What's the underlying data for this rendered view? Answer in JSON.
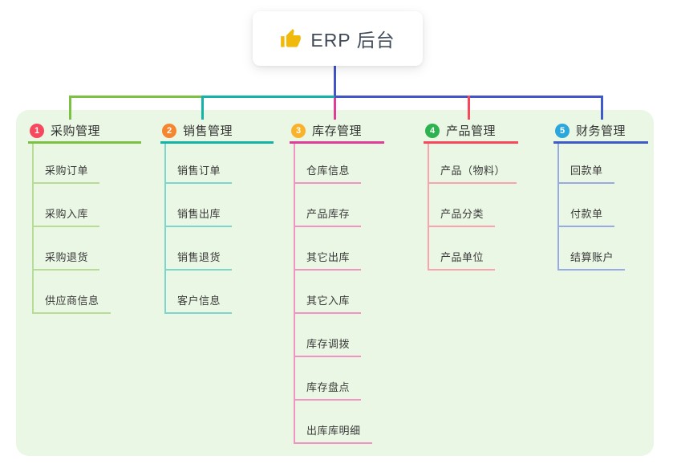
{
  "root": {
    "icon": "thumbs-up-icon",
    "title": "ERP 后台"
  },
  "theme": {
    "page_bg": "#ffffff",
    "panel_bg": "#eaf7e4",
    "root_card_bg": "#ffffff",
    "root_text_color": "#414b5a",
    "root_connector_color": "#4254c6",
    "thumb_icon_color": "#f2b90d",
    "header_text_color": "#333333",
    "item_text_color": "#3a3a3a"
  },
  "branches": [
    {
      "badge": "1",
      "label": "采购管理",
      "badge_color": "#f8485e",
      "line_color": "#7cc143",
      "sub_line_color": "#b7dc96",
      "items": [
        {
          "label": "采购订单"
        },
        {
          "label": "采购入库"
        },
        {
          "label": "采购退货"
        },
        {
          "label": "供应商信息"
        }
      ]
    },
    {
      "badge": "2",
      "label": "销售管理",
      "badge_color": "#f5862f",
      "line_color": "#14b3a6",
      "sub_line_color": "#7ed5cd",
      "items": [
        {
          "label": "销售订单"
        },
        {
          "label": "销售出库"
        },
        {
          "label": "销售退货"
        },
        {
          "label": "客户信息"
        }
      ]
    },
    {
      "badge": "3",
      "label": "库存管理",
      "badge_color": "#f9b32b",
      "line_color": "#e03d96",
      "sub_line_color": "#f194c4",
      "items": [
        {
          "label": "仓库信息"
        },
        {
          "label": "产品库存"
        },
        {
          "label": "其它出库"
        },
        {
          "label": "其它入库"
        },
        {
          "label": "库存调拨"
        },
        {
          "label": "库存盘点"
        },
        {
          "label": "出库库明细"
        }
      ]
    },
    {
      "badge": "4",
      "label": "产品管理",
      "badge_color": "#2cb24e",
      "line_color": "#f8495c",
      "sub_line_color": "#f9a3ad",
      "items": [
        {
          "label": "产品（物料）"
        },
        {
          "label": "产品分类"
        },
        {
          "label": "产品单位"
        }
      ]
    },
    {
      "badge": "5",
      "label": "财务管理",
      "badge_color": "#2ba7dc",
      "line_color": "#3e5bc7",
      "sub_line_color": "#97abe2",
      "items": [
        {
          "label": "回款单"
        },
        {
          "label": "付款单"
        },
        {
          "label": "结算账户"
        }
      ]
    }
  ]
}
